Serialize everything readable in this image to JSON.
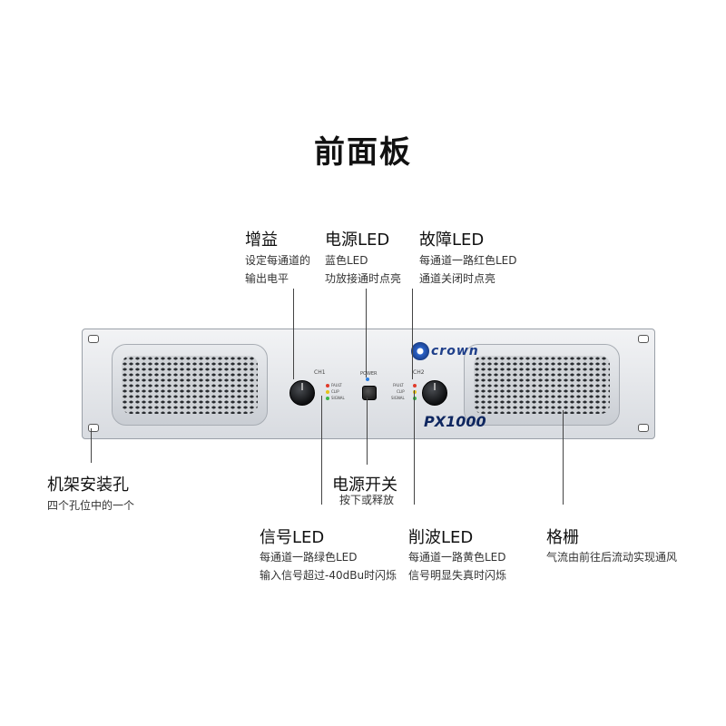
{
  "title": "前面板",
  "callouts": {
    "gain": {
      "head": "增益",
      "lines": [
        "设定每通道的",
        "输出电平"
      ]
    },
    "power_led": {
      "head": "电源LED",
      "lines": [
        "蓝色LED",
        "功放接通时点亮"
      ]
    },
    "fault_led": {
      "head": "故障LED",
      "lines": [
        "每通道一路红色LED",
        "通道关闭时点亮"
      ]
    },
    "rack_holes": {
      "head": "机架安装孔",
      "lines": [
        "四个孔位中的一个"
      ]
    },
    "power_switch": {
      "head": "电源开关",
      "lines": [
        "按下或释放"
      ]
    },
    "signal_led": {
      "head": "信号LED",
      "lines": [
        "每通道一路绿色LED",
        "输入信号超过-40dBu时闪烁"
      ]
    },
    "clip_led": {
      "head": "削波LED",
      "lines": [
        "每通道一路黄色LED",
        "信号明显失真时闪烁"
      ]
    },
    "grille": {
      "head": "格栅",
      "lines": [
        "气流由前往后流动实现通风"
      ]
    }
  },
  "device": {
    "brand": "crown",
    "model": "PX1000",
    "ch1": "CH1",
    "ch2": "CH2",
    "power_label": "POWER",
    "fault": "FAULT",
    "clip": "CLIP",
    "signal": "SIGNAL"
  },
  "colors": {
    "fault_led": "#e03a2a",
    "clip_led": "#e6c21a",
    "signal_led": "#3bb54a",
    "power_led": "#2a7de0",
    "brand": "#1f3f8a"
  }
}
